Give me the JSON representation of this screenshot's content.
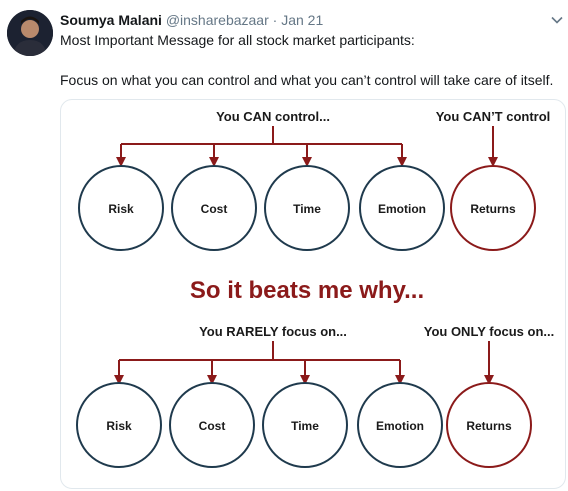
{
  "tweet": {
    "author_name": "Soumya Malani",
    "handle": "@insharebazaar",
    "separator": "·",
    "date": "Jan 21",
    "line1": "Most Important Message for all stock market participants:",
    "line2": "Focus on what you can control and what you can’t control will take care of itself."
  },
  "diagram": {
    "can_control": "You CAN control...",
    "cant_control": "You CAN’T control",
    "middle": "So it beats me why...",
    "rarely_focus": "You RARELY focus on...",
    "only_focus": "You ONLY focus on...",
    "top_circles": [
      "Risk",
      "Cost",
      "Time",
      "Emotion"
    ],
    "top_right_circle": "Returns",
    "bottom_circles": [
      "Risk",
      "Cost",
      "Time",
      "Emotion"
    ],
    "bottom_right_circle": "Returns"
  },
  "colors": {
    "accent_red": "#8b1a1a",
    "circle_blue": "#1f3a4d"
  }
}
